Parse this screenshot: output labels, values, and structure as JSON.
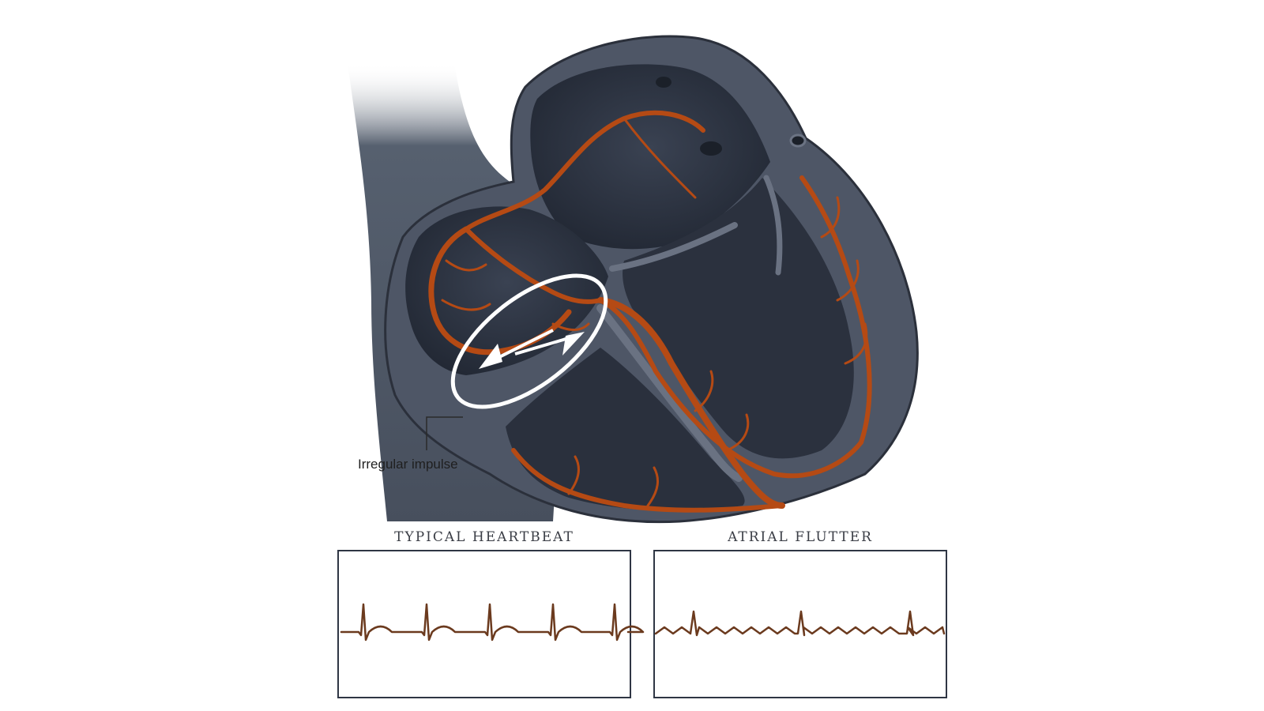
{
  "callout": {
    "label": "Irregular impulse"
  },
  "panels": [
    {
      "title": "TYPICAL HEARTBEAT"
    },
    {
      "title": "ATRIAL FLUTTER"
    }
  ],
  "colors": {
    "heart_dark": "#272d3a",
    "heart_wall": "#5b6373",
    "conduction": "#b54a14",
    "trace": "#6b3a1e",
    "panel_border": "#2f3644"
  },
  "icons": [
    "circular-arrow-icon"
  ]
}
